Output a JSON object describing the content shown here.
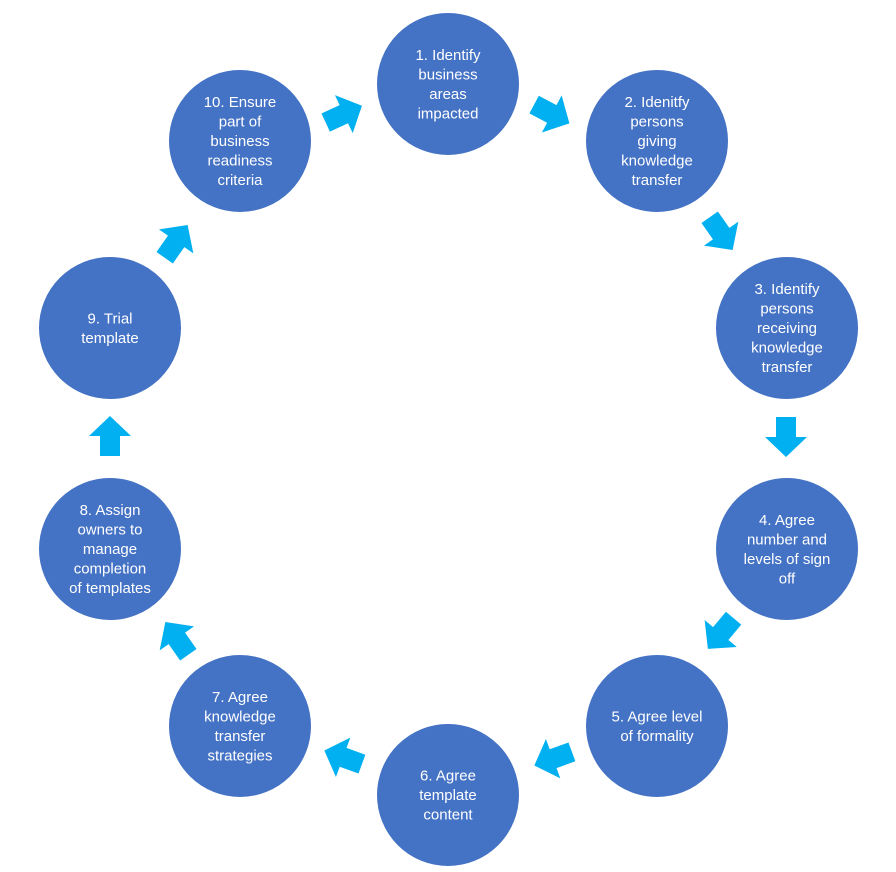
{
  "colors": {
    "circle": "#4472C4",
    "arrow": "#00B0F0",
    "text": "#FFFFFF",
    "background": "#FFFFFF"
  },
  "steps": [
    {
      "lines": [
        "1. Identify",
        "business",
        "areas",
        "impacted"
      ]
    },
    {
      "lines": [
        "2. Idenitfy",
        "persons",
        "giving",
        "knowledge",
        "transfer"
      ]
    },
    {
      "lines": [
        "3. Identify",
        "persons",
        "receiving",
        "knowledge",
        "transfer"
      ]
    },
    {
      "lines": [
        "4. Agree",
        "number and",
        "levels of sign",
        "off"
      ]
    },
    {
      "lines": [
        "5. Agree level",
        "of formality"
      ]
    },
    {
      "lines": [
        "6. Agree",
        "template",
        "content"
      ]
    },
    {
      "lines": [
        "7. Agree",
        "knowledge",
        "transfer",
        "strategies"
      ]
    },
    {
      "lines": [
        "8. Assign",
        "owners to",
        "manage",
        "completion",
        "of templates"
      ]
    },
    {
      "lines": [
        "9. Trial",
        "template"
      ]
    },
    {
      "lines": [
        "10. Ensure",
        "part of",
        "business",
        "readiness",
        "criteria"
      ]
    }
  ],
  "arrows": {
    "count": 10,
    "shape": "chevron-arrow-icon"
  }
}
